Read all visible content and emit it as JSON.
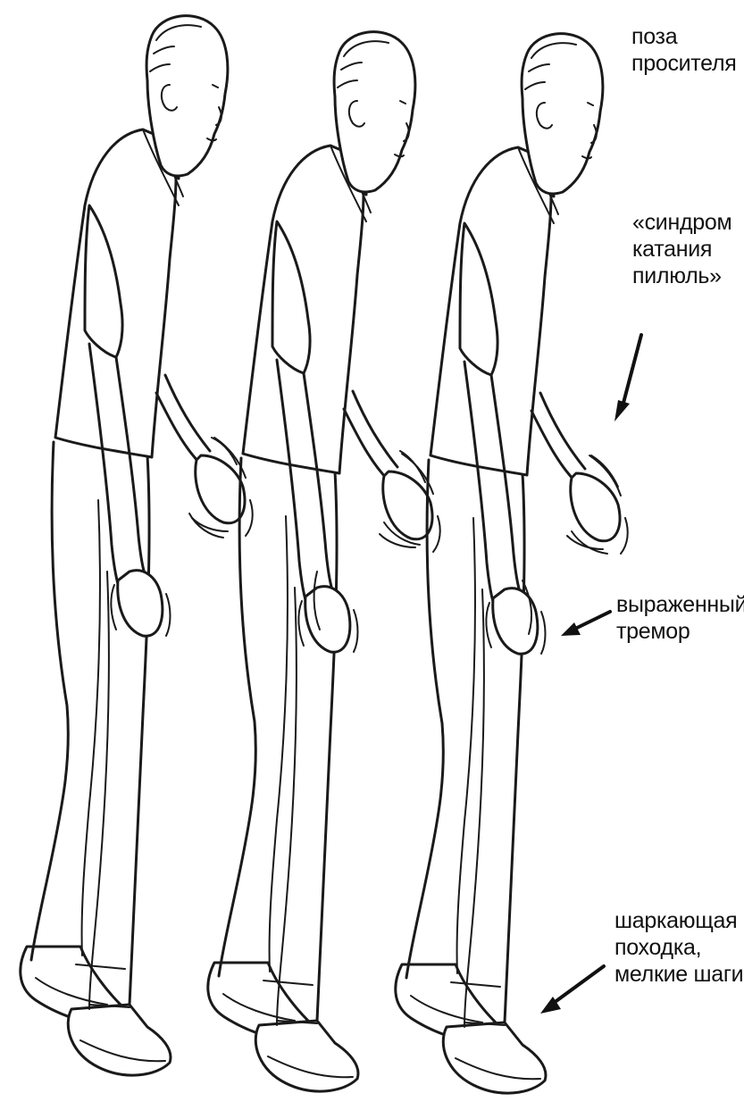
{
  "labels": {
    "pose": [
      "поза",
      "просителя"
    ],
    "pill_rolling": [
      "«синдром",
      "катания",
      "пилюль»"
    ],
    "tremor": [
      "выраженный",
      "тремор"
    ],
    "gait": [
      "шаркающая",
      "походка,",
      "мелкие шаги"
    ]
  },
  "figures": [
    "figure-1",
    "figure-2",
    "figure-3"
  ]
}
